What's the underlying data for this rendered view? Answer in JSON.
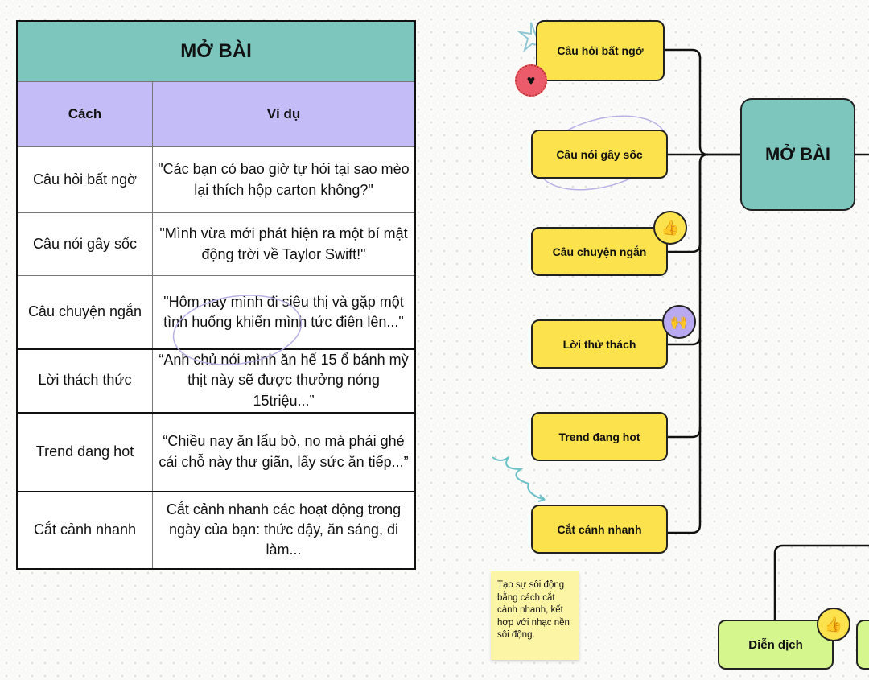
{
  "table": {
    "title": "MỞ BÀI",
    "headers": [
      "Cách",
      "Ví dụ"
    ],
    "rows": [
      {
        "method": "Câu hỏi bất ngờ",
        "example": "\"Các bạn có bao giờ tự hỏi tại sao mèo lại thích hộp carton không?\""
      },
      {
        "method": "Câu nói gây sốc",
        "example": "\"Mình vừa mới phát hiện ra một bí mật động trời về Taylor Swift!\""
      },
      {
        "method": "Câu chuyện ngắn",
        "example": "\"Hôm nay mình đi siêu thị và gặp một tình huống khiến mình tức điên lên...\""
      },
      {
        "method": "Lời thách thức",
        "example": "“Anh chủ nói mình ăn hế 15 ổ bánh mỳ thịt này sẽ được thưởng nóng 15triệu...”"
      },
      {
        "method": "Trend đang hot",
        "example": "“Chiều nay ăn lẩu bò, no mà phải ghé cái chỗ này thư giãn, lấy sức ăn tiếp...”"
      },
      {
        "method": "Cắt cảnh nhanh",
        "example": "Cắt cảnh nhanh các hoạt động trong ngày của bạn: thức dậy, ăn sáng, đi làm..."
      }
    ]
  },
  "mindmap": {
    "center": "MỞ BÀI",
    "branches": [
      "Câu hỏi bất ngờ",
      "Câu nói gây sốc",
      "Câu chuyện ngắn",
      "Lời thử thách",
      "Trend đang hot",
      "Cắt cảnh nhanh"
    ],
    "bottom_node": "Diễn dịch"
  },
  "sticky_note": "Tạo sự sôi động bằng cách cắt cảnh nhanh, kết hợp với nhạc nền sôi động.",
  "colors": {
    "teal": "#7cc6be",
    "purple": "#c4bcf6",
    "yellow": "#fce34e",
    "green": "#d4f68c",
    "sticky": "#fdf5a6"
  }
}
